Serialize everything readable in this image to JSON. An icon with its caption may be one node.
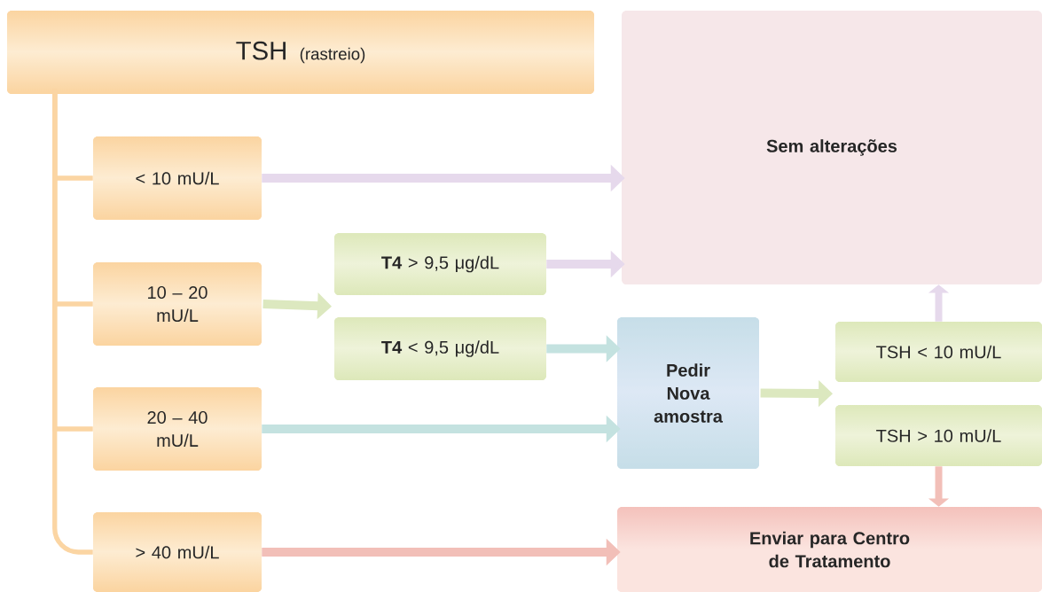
{
  "diagram": {
    "nodes": [
      {
        "text": [
          "TSH",
          "(rastreio)"
        ]
      },
      {
        "text": [
          "< 10 mU/L"
        ]
      },
      {
        "text": [
          "10 – 20 mU/L"
        ]
      },
      {
        "text": [
          "20 – 40 mU/L"
        ]
      },
      {
        "text": [
          "> 40 mU/L"
        ]
      },
      {
        "text": [
          "**T4** > 9,5 μg/dL"
        ]
      },
      {
        "text": [
          "**T4** < 9,5 μg/dL"
        ]
      },
      {
        "text": [
          "Sem alterações"
        ]
      },
      {
        "text": [
          "Pedir Nova amostra"
        ]
      },
      {
        "text": [
          "TSH < 10 mU/L"
        ]
      },
      {
        "text": [
          "TSH > 10 mU/L"
        ]
      },
      {
        "text": [
          "Enviar para Centro de Tratamento"
        ]
      }
    ],
    "edges": [
      {
        "from": 0,
        "to": 1,
        "arrow": "none",
        "color": "#fbd5a3"
      },
      {
        "from": 0,
        "to": 2,
        "arrow": "none",
        "color": "#fbd5a3"
      },
      {
        "from": 0,
        "to": 3,
        "arrow": "none",
        "color": "#fbd5a3"
      },
      {
        "from": 0,
        "to": 4,
        "arrow": "none",
        "color": "#fbd5a3"
      },
      {
        "from": 1,
        "to": 7,
        "arrow": "to",
        "color": "#e6d9ec"
      },
      {
        "from": 2,
        "to": 5,
        "arrow": "to",
        "color": "#dce8bf"
      },
      {
        "from": 2,
        "to": 6,
        "arrow": "to",
        "color": "#dce8bf"
      },
      {
        "from": 5,
        "to": 7,
        "arrow": "to",
        "color": "#e6d9ec"
      },
      {
        "from": 6,
        "to": 8,
        "arrow": "to",
        "color": "#c4e2e0"
      },
      {
        "from": 3,
        "to": 8,
        "arrow": "to",
        "color": "#c4e2e0"
      },
      {
        "from": 8,
        "to": 9,
        "arrow": "to",
        "color": "#dce8bf"
      },
      {
        "from": 8,
        "to": 10,
        "arrow": "to",
        "color": "#dce8bf"
      },
      {
        "from": 9,
        "to": 7,
        "arrow": "to",
        "color": "#e6d9ec"
      },
      {
        "from": 10,
        "to": 11,
        "arrow": "to",
        "color": "#f2bfb8"
      },
      {
        "from": 4,
        "to": 11,
        "arrow": "to",
        "color": "#f2bfb8"
      }
    ]
  }
}
